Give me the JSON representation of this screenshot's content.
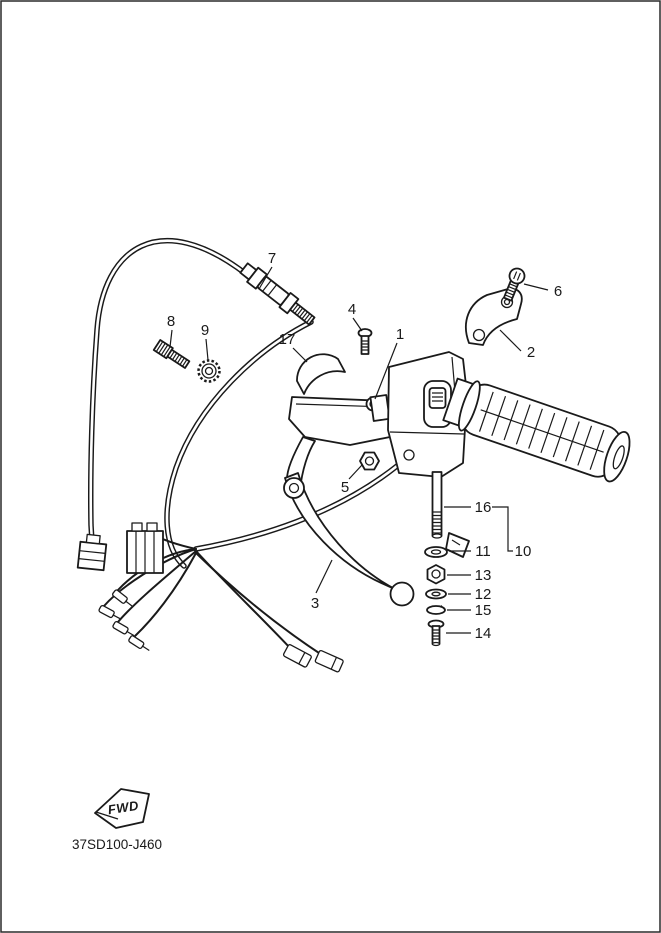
{
  "diagram": {
    "part_code": "37SD100-J460",
    "fwd_label": "FWD"
  },
  "callouts": [
    {
      "label": "1"
    },
    {
      "label": "2"
    },
    {
      "label": "3"
    },
    {
      "label": "4"
    },
    {
      "label": "5"
    },
    {
      "label": "6"
    },
    {
      "label": "7"
    },
    {
      "label": "8"
    },
    {
      "label": "9"
    },
    {
      "label": "10"
    },
    {
      "label": "11"
    },
    {
      "label": "12"
    },
    {
      "label": "13"
    },
    {
      "label": "14"
    },
    {
      "label": "15"
    },
    {
      "label": "16"
    },
    {
      "label": "17"
    }
  ]
}
